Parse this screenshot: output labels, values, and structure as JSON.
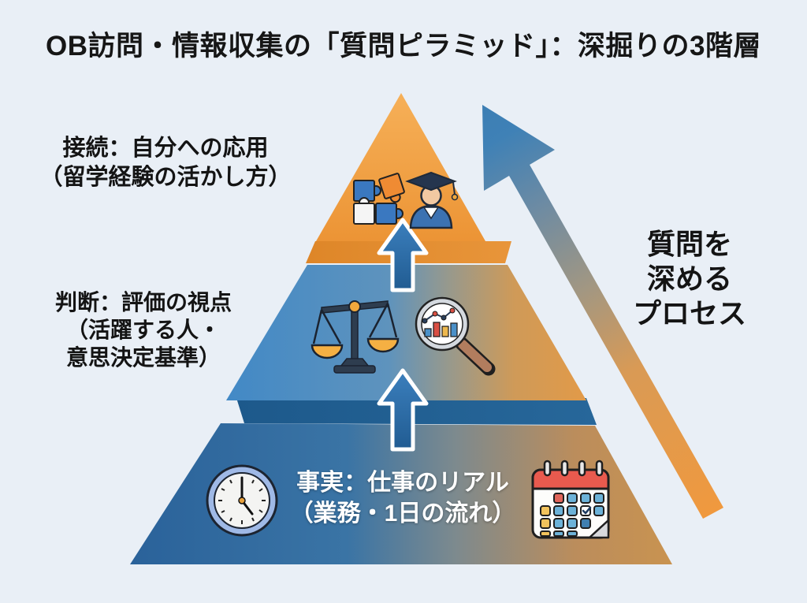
{
  "title": "OB訪問・情報収集の「質問ピラミッド」：深掘りの3階層",
  "tiers": {
    "top": {
      "label_line1": "接続：自分への応用",
      "label_line2": "（留学経験の活かし方）",
      "icons": [
        "puzzle-icon",
        "graduate-icon"
      ]
    },
    "middle": {
      "label_line1": "判断：評価の視点",
      "label_line2": "（活躍する人・",
      "label_line3": "意思決定基準）",
      "icons": [
        "balance-scale-icon",
        "magnifier-chart-icon"
      ]
    },
    "bottom": {
      "label_line1": "事実：仕事のリアル",
      "label_line2": "（業務・1日の流れ）",
      "icons": [
        "clock-icon",
        "calendar-icon"
      ]
    }
  },
  "process_label": {
    "line1": "質問を",
    "line2": "深める",
    "line3": "プロセス"
  },
  "colors": {
    "background": "#e9eff6",
    "orange_tier": "#f0a04a",
    "orange_edge": "#e0892c",
    "blue_tier": "#4289c6",
    "blue_dark_tier": "#2a629a",
    "navy_edge": "#1f5c8e",
    "tan_right": "#c99350",
    "small_arrow_blue": "#2b67a0",
    "process_arrow_blue": "#3f81b6",
    "process_arrow_orange": "#f0993e",
    "text_dark": "#161616",
    "text_white": "#ffffff"
  }
}
